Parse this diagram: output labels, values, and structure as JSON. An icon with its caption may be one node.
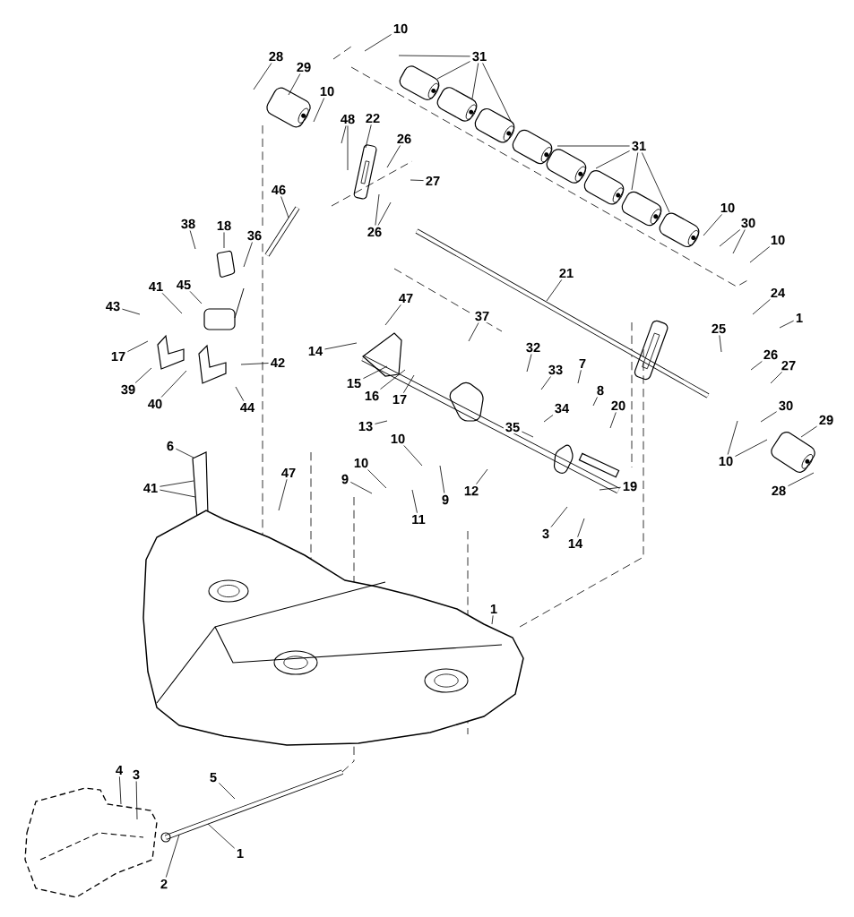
{
  "diagram": {
    "nodes": [
      {
        "text": [
          "10"
        ]
      },
      {
        "text": [
          "31"
        ]
      },
      {
        "text": [
          "28"
        ]
      },
      {
        "text": [
          "29"
        ]
      },
      {
        "text": [
          "10"
        ]
      },
      {
        "text": [
          "48"
        ]
      },
      {
        "text": [
          "22"
        ]
      },
      {
        "text": [
          "26"
        ]
      },
      {
        "text": [
          "31"
        ]
      },
      {
        "text": [
          "27"
        ]
      },
      {
        "text": [
          "46"
        ]
      },
      {
        "text": [
          "10"
        ]
      },
      {
        "text": [
          "30"
        ]
      },
      {
        "text": [
          "38"
        ]
      },
      {
        "text": [
          "18"
        ]
      },
      {
        "text": [
          "26"
        ]
      },
      {
        "text": [
          "10"
        ]
      },
      {
        "text": [
          "36"
        ]
      },
      {
        "text": [
          "21"
        ]
      },
      {
        "text": [
          "45"
        ]
      },
      {
        "text": [
          "41"
        ]
      },
      {
        "text": [
          "24"
        ]
      },
      {
        "text": [
          "47"
        ]
      },
      {
        "text": [
          "43"
        ]
      },
      {
        "text": [
          "37"
        ]
      },
      {
        "text": [
          "1"
        ]
      },
      {
        "text": [
          "25"
        ]
      },
      {
        "text": [
          "32"
        ]
      },
      {
        "text": [
          "14"
        ]
      },
      {
        "text": [
          "26"
        ]
      },
      {
        "text": [
          "17"
        ]
      },
      {
        "text": [
          "42"
        ]
      },
      {
        "text": [
          "7"
        ]
      },
      {
        "text": [
          "27"
        ]
      },
      {
        "text": [
          "33"
        ]
      },
      {
        "text": [
          "15"
        ]
      },
      {
        "text": [
          "8"
        ]
      },
      {
        "text": [
          "39"
        ]
      },
      {
        "text": [
          "16"
        ]
      },
      {
        "text": [
          "17"
        ]
      },
      {
        "text": [
          "40"
        ]
      },
      {
        "text": [
          "44"
        ]
      },
      {
        "text": [
          "34"
        ]
      },
      {
        "text": [
          "30"
        ]
      },
      {
        "text": [
          "20"
        ]
      },
      {
        "text": [
          "29"
        ]
      },
      {
        "text": [
          "35"
        ]
      },
      {
        "text": [
          "13"
        ]
      },
      {
        "text": [
          "10"
        ]
      },
      {
        "text": [
          "6"
        ]
      },
      {
        "text": [
          "10"
        ]
      },
      {
        "text": [
          "10"
        ]
      },
      {
        "text": [
          "9"
        ]
      },
      {
        "text": [
          "47"
        ]
      },
      {
        "text": [
          "19"
        ]
      },
      {
        "text": [
          "41"
        ]
      },
      {
        "text": [
          "28"
        ]
      },
      {
        "text": [
          "12"
        ]
      },
      {
        "text": [
          "9"
        ]
      },
      {
        "text": [
          "11"
        ]
      },
      {
        "text": [
          "3"
        ]
      },
      {
        "text": [
          "14"
        ]
      },
      {
        "text": [
          "1"
        ]
      },
      {
        "text": [
          "4"
        ]
      },
      {
        "text": [
          "3"
        ]
      },
      {
        "text": [
          "5"
        ]
      },
      {
        "text": [
          "1"
        ]
      },
      {
        "text": [
          "2"
        ]
      }
    ],
    "edges": [
      {
        "from": 0,
        "to": null,
        "arrow": "none"
      },
      {
        "from": 1,
        "to": null,
        "arrow": "none"
      },
      {
        "from": 1,
        "to": null,
        "arrow": "none"
      },
      {
        "from": 1,
        "to": null,
        "arrow": "none"
      },
      {
        "from": 1,
        "to": null,
        "arrow": "none"
      },
      {
        "from": 2,
        "to": null,
        "arrow": "none"
      },
      {
        "from": 3,
        "to": null,
        "arrow": "none"
      },
      {
        "from": 4,
        "to": null,
        "arrow": "none"
      },
      {
        "from": 5,
        "to": null,
        "arrow": "none"
      },
      {
        "from": 5,
        "to": null,
        "arrow": "none"
      },
      {
        "from": 6,
        "to": null,
        "arrow": "none"
      },
      {
        "from": 7,
        "to": null,
        "arrow": "none"
      },
      {
        "from": 8,
        "to": null,
        "arrow": "none"
      },
      {
        "from": 8,
        "to": null,
        "arrow": "none"
      },
      {
        "from": 8,
        "to": null,
        "arrow": "none"
      },
      {
        "from": 8,
        "to": null,
        "arrow": "none"
      },
      {
        "from": 9,
        "to": null,
        "arrow": "none"
      },
      {
        "from": 10,
        "to": null,
        "arrow": "none"
      },
      {
        "from": 11,
        "to": null,
        "arrow": "none"
      },
      {
        "from": 12,
        "to": null,
        "arrow": "none"
      },
      {
        "from": 12,
        "to": null,
        "arrow": "none"
      },
      {
        "from": 13,
        "to": null,
        "arrow": "none"
      },
      {
        "from": 14,
        "to": null,
        "arrow": "none"
      },
      {
        "from": 15,
        "to": null,
        "arrow": "none"
      },
      {
        "from": 15,
        "to": null,
        "arrow": "none"
      },
      {
        "from": 16,
        "to": null,
        "arrow": "none"
      },
      {
        "from": 17,
        "to": null,
        "arrow": "none"
      },
      {
        "from": 18,
        "to": null,
        "arrow": "none"
      },
      {
        "from": 19,
        "to": null,
        "arrow": "none"
      },
      {
        "from": 20,
        "to": null,
        "arrow": "none"
      },
      {
        "from": 21,
        "to": null,
        "arrow": "none"
      },
      {
        "from": 22,
        "to": null,
        "arrow": "none"
      },
      {
        "from": 23,
        "to": null,
        "arrow": "none"
      },
      {
        "from": 24,
        "to": null,
        "arrow": "none"
      },
      {
        "from": 25,
        "to": null,
        "arrow": "none"
      },
      {
        "from": 26,
        "to": null,
        "arrow": "none"
      },
      {
        "from": 27,
        "to": null,
        "arrow": "none"
      },
      {
        "from": 28,
        "to": null,
        "arrow": "none"
      },
      {
        "from": 29,
        "to": null,
        "arrow": "none"
      },
      {
        "from": 30,
        "to": null,
        "arrow": "none"
      },
      {
        "from": 31,
        "to": null,
        "arrow": "none"
      },
      {
        "from": 32,
        "to": null,
        "arrow": "none"
      },
      {
        "from": 33,
        "to": null,
        "arrow": "none"
      },
      {
        "from": 34,
        "to": null,
        "arrow": "none"
      },
      {
        "from": 35,
        "to": null,
        "arrow": "none"
      },
      {
        "from": 36,
        "to": null,
        "arrow": "none"
      },
      {
        "from": 37,
        "to": null,
        "arrow": "none"
      },
      {
        "from": 38,
        "to": null,
        "arrow": "none"
      },
      {
        "from": 39,
        "to": null,
        "arrow": "none"
      },
      {
        "from": 40,
        "to": null,
        "arrow": "none"
      },
      {
        "from": 41,
        "to": null,
        "arrow": "none"
      },
      {
        "from": 42,
        "to": null,
        "arrow": "none"
      },
      {
        "from": 43,
        "to": null,
        "arrow": "none"
      },
      {
        "from": 44,
        "to": null,
        "arrow": "none"
      },
      {
        "from": 45,
        "to": null,
        "arrow": "none"
      },
      {
        "from": 46,
        "to": null,
        "arrow": "none"
      },
      {
        "from": 47,
        "to": null,
        "arrow": "none"
      },
      {
        "from": 48,
        "to": null,
        "arrow": "none"
      },
      {
        "from": 49,
        "to": null,
        "arrow": "none"
      },
      {
        "from": 50,
        "to": null,
        "arrow": "none"
      },
      {
        "from": 50,
        "to": null,
        "arrow": "none"
      },
      {
        "from": 51,
        "to": null,
        "arrow": "none"
      },
      {
        "from": 52,
        "to": null,
        "arrow": "none"
      },
      {
        "from": 53,
        "to": null,
        "arrow": "none"
      },
      {
        "from": 54,
        "to": null,
        "arrow": "none"
      },
      {
        "from": 55,
        "to": null,
        "arrow": "none"
      },
      {
        "from": 55,
        "to": null,
        "arrow": "none"
      },
      {
        "from": 56,
        "to": null,
        "arrow": "none"
      },
      {
        "from": 57,
        "to": null,
        "arrow": "none"
      },
      {
        "from": 58,
        "to": null,
        "arrow": "none"
      },
      {
        "from": 59,
        "to": null,
        "arrow": "none"
      },
      {
        "from": 60,
        "to": null,
        "arrow": "none"
      },
      {
        "from": 61,
        "to": null,
        "arrow": "none"
      },
      {
        "from": 62,
        "to": null,
        "arrow": "none"
      },
      {
        "from": 63,
        "to": null,
        "arrow": "none"
      },
      {
        "from": 64,
        "to": null,
        "arrow": "none"
      },
      {
        "from": 65,
        "to": null,
        "arrow": "none"
      },
      {
        "from": 66,
        "to": null,
        "arrow": "none"
      },
      {
        "from": 67,
        "to": null,
        "arrow": "none"
      }
    ]
  }
}
